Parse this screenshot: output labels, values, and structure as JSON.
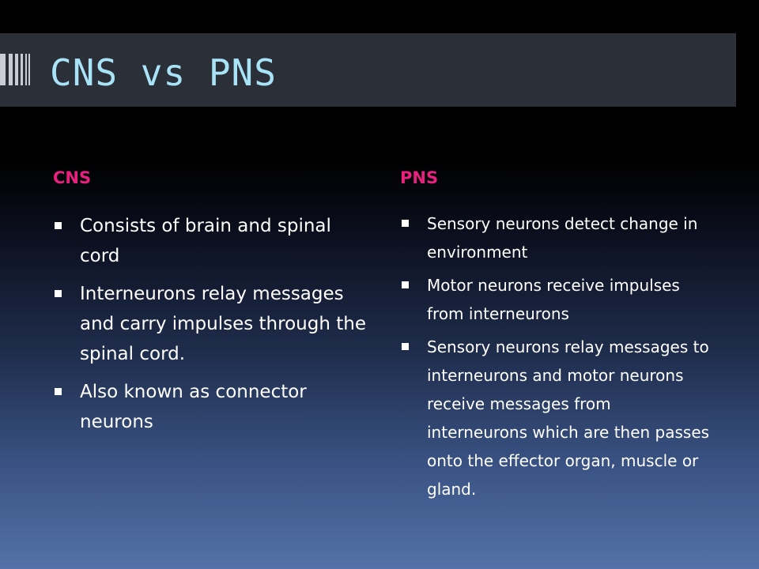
{
  "slide": {
    "title": "CNS vs PNS"
  },
  "columns": [
    {
      "heading": "CNS",
      "bullets": [
        "Consists of brain and spinal cord",
        "Interneurons relay messages  and carry impulses through the spinal cord.",
        "Also known as connector neurons"
      ]
    },
    {
      "heading": "PNS",
      "bullets": [
        "Sensory neurons detect change in environment",
        "Motor neurons receive impulses from interneurons",
        "Sensory neurons relay messages to interneurons and motor neurons receive messages from interneurons which are then passes onto the effector organ, muscle or gland."
      ]
    }
  ],
  "colors": {
    "title_text": "#a9e3f7",
    "heading_text": "#e8207e",
    "body_text": "#ffffff",
    "title_bar": "#2a2f38"
  }
}
